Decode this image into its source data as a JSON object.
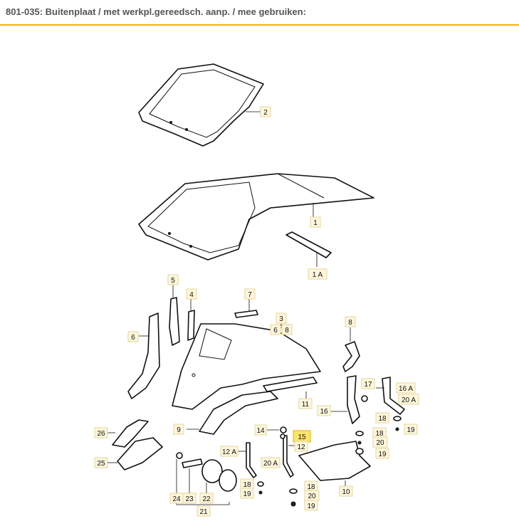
{
  "header": {
    "title": "801-035: Buitenplaat / met werkpl.gereedsch. aanp. / mee gebruiken:"
  },
  "labels": {
    "p1": "1",
    "p1a": "1 A",
    "p2": "2",
    "p3": "3",
    "p3a": "6",
    "p3b": "8",
    "p4": "4",
    "p5": "5",
    "p6": "6",
    "p7": "7",
    "p8": "8",
    "p9": "9",
    "p10": "10",
    "p11": "11",
    "p12": "12",
    "p12a": "12 A",
    "p14": "14",
    "p15": "15",
    "p16": "16",
    "p16a": "16 A",
    "p17": "17",
    "p18a": "18",
    "p18b": "18",
    "p18c": "18",
    "p18d": "18",
    "p19a": "19",
    "p19b": "19",
    "p19c": "19",
    "p19d": "19",
    "p20a": "20",
    "p20b": "20",
    "p20c": "20 A",
    "p20d": "20 A",
    "p21": "21",
    "p22": "22",
    "p23": "23",
    "p24": "24",
    "p25": "25",
    "p26": "26"
  },
  "highlight": "15",
  "colors": {
    "accent": "#f0b400",
    "highlight": "#ffe36a",
    "label_bg": "#fdf6dc"
  }
}
